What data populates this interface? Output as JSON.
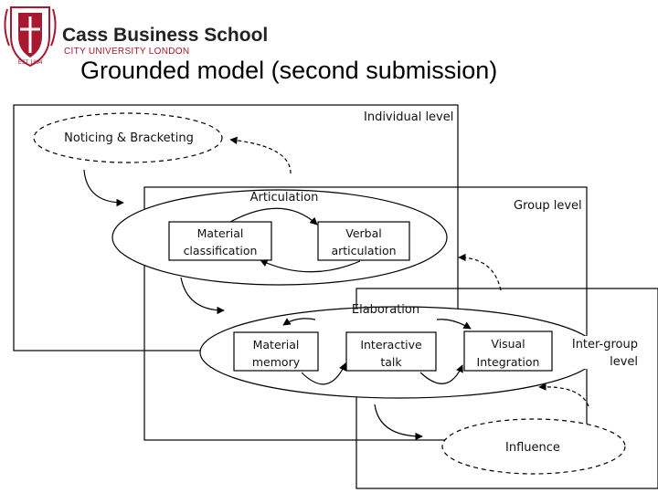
{
  "header": {
    "brand_name": "Cass Business School",
    "brand_sub": "CITY UNIVERSITY LONDON",
    "crest_text": "EST 1894",
    "brand_color": "#a6192e",
    "title": "Grounded model (second submission)"
  },
  "levels": {
    "individual": "Individual level",
    "group": "Group level",
    "inter_group_1": "Inter-group",
    "inter_group_2": "level"
  },
  "nodes": {
    "noticing": "Noticing & Bracketing",
    "articulation": "Articulation",
    "material_classification_1": "Material",
    "material_classification_2": "classification",
    "verbal_articulation_1": "Verbal",
    "verbal_articulation_2": "articulation",
    "elaboration": "Elaboration",
    "material_memory_1": "Material",
    "material_memory_2": "memory",
    "interactive_talk_1": "Interactive",
    "interactive_talk_2": "talk",
    "visual_integration_1": "Visual",
    "visual_integration_2": "Integration",
    "influence": "Influence"
  }
}
